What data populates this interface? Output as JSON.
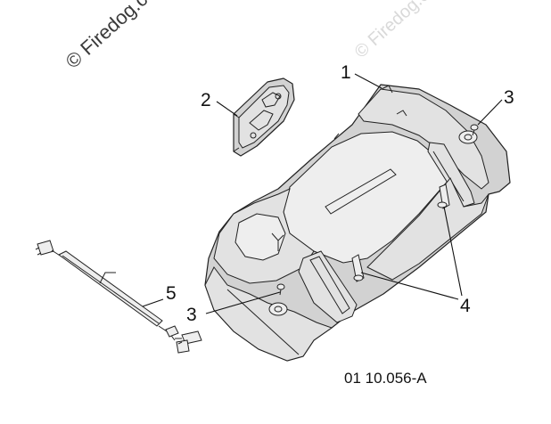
{
  "watermarks": {
    "primary": "© Firedog.c",
    "faint": "© Firedog.c"
  },
  "callouts": {
    "hood": "1",
    "bezel": "2",
    "screw_right": "3",
    "screw_left": "3",
    "bolts": "4",
    "harness": "5"
  },
  "reference_code": "01 10.056-A",
  "colors": {
    "part_fill": "#d2d2d2",
    "line": "#222222",
    "background": "#ffffff"
  }
}
